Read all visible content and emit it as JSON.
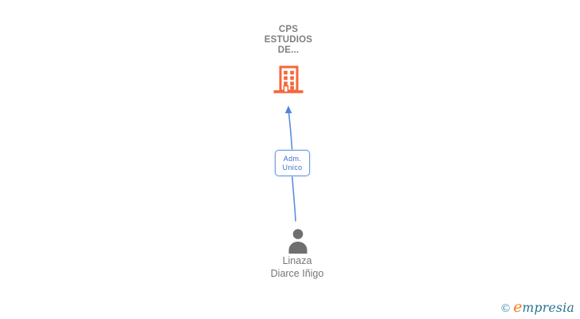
{
  "diagram": {
    "company": {
      "name_lines": [
        "CPS",
        "ESTUDIOS",
        "DE..."
      ],
      "icon": "building-icon",
      "icon_color": "#F6673A",
      "name_color": "#7E7E7E"
    },
    "relationship": {
      "label_lines": [
        "Adm.",
        "Unico"
      ],
      "border_color": "#6B9BE0",
      "text_color": "#3A70C8",
      "connector_color": "#5A8FDB",
      "arrow_direction": "up"
    },
    "person": {
      "name_lines": [
        "Linaza",
        "Diarce Iñigo"
      ],
      "icon": "person-icon",
      "icon_color": "#6F6F6F",
      "name_color": "#757575"
    }
  },
  "watermark": {
    "copyright_symbol": "©",
    "brand_initial": "e",
    "brand_rest": "mpresia",
    "copyright_color": "#2E7CA8",
    "initial_color": "#EE7D23",
    "brand_color": "#26728F"
  }
}
